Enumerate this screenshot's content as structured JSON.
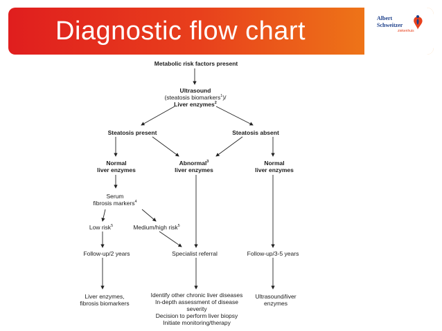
{
  "header": {
    "title": "Diagnostic flow chart",
    "logo": {
      "line1": "Albert",
      "line2": "Schweitzer",
      "sub": "ziekenhuis"
    }
  },
  "nodes": {
    "metabolic": {
      "text": "Metabolic risk factors present"
    },
    "ultrasound": {
      "l1": "Ultrasound",
      "l2": "(steatosis biomarkers",
      "l2_sup": "1",
      "l2_end": ")/",
      "l3": "Liver enzymes",
      "l3_sup": "2"
    },
    "steatosis_present": {
      "text": "Steatosis present"
    },
    "steatosis_absent": {
      "text": "Steatosis absent"
    },
    "normal_left": {
      "l1": "Normal",
      "l2": "liver enzymes"
    },
    "abnormal": {
      "l1": "Abnormal",
      "l1_sup": "3",
      "l2": "liver enzymes"
    },
    "normal_right": {
      "l1": "Normal",
      "l2": "liver enzymes"
    },
    "serum": {
      "l1": "Serum",
      "l2": "fibrosis markers",
      "l2_sup": "4"
    },
    "low_risk": {
      "text": "Low risk",
      "sup": "5"
    },
    "medium_risk": {
      "text": "Medium/high risk",
      "sup": "5"
    },
    "followup_2": {
      "text": "Follow-up/2 years"
    },
    "specialist": {
      "text": "Specialist referral"
    },
    "followup_35": {
      "text": "Follow-up/3-5 years"
    },
    "liver_enzymes_bio": {
      "l1": "Liver enzymes,",
      "l2": "fibrosis biomarkers"
    },
    "identify": {
      "l1": "Identify other chronic liver diseases",
      "l2": "In-depth assessment of disease",
      "l3": "severity",
      "l4": "Decision to perform liver biopsy",
      "l5": "Initiate monitoring/therapy"
    },
    "ultrasound_liver": {
      "l1": "Ultrasound/liver",
      "l2": "enzymes"
    }
  }
}
